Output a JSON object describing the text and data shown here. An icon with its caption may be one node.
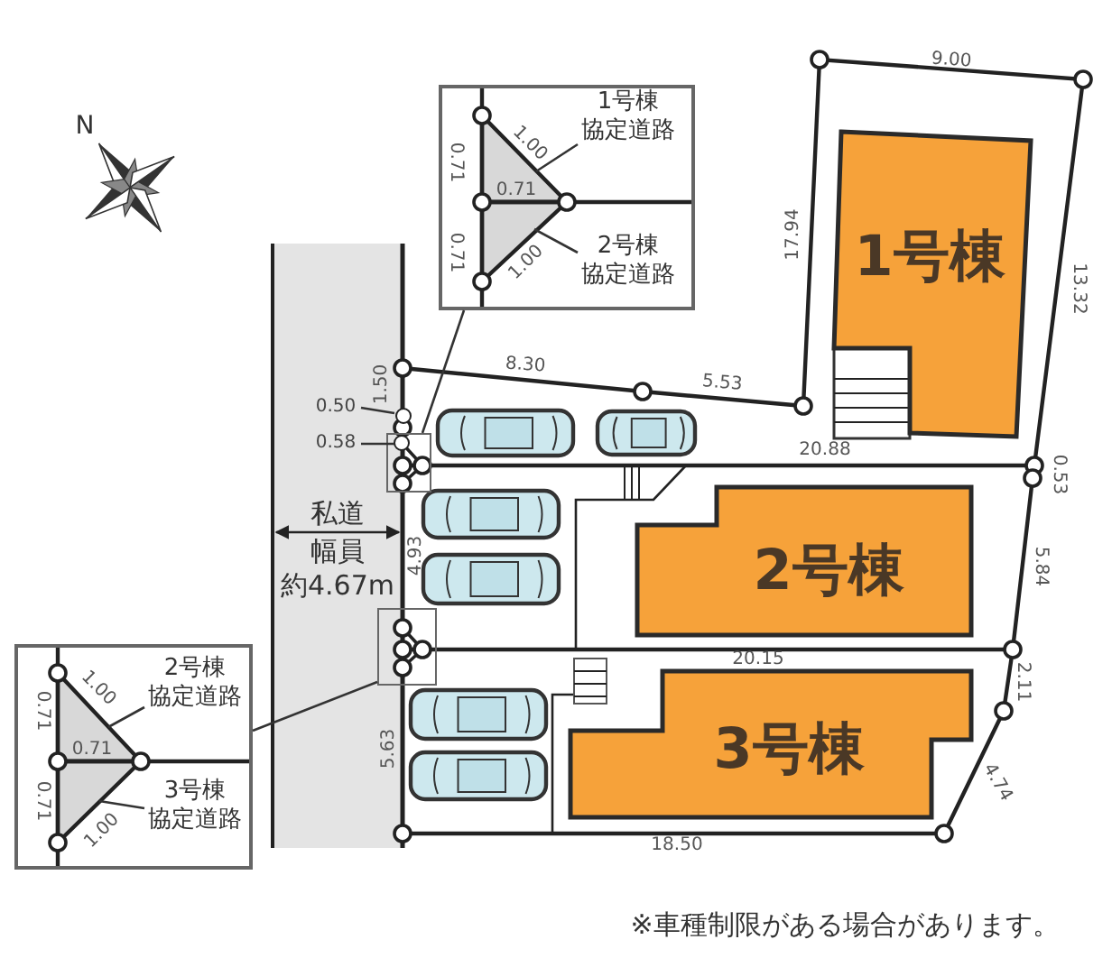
{
  "diagram": {
    "nodes": [
      {
        "text": [
          "1号棟"
        ]
      },
      {
        "text": [
          "2号棟"
        ]
      },
      {
        "text": [
          "3号棟"
        ]
      },
      {
        "text": [],
        "shape": "box"
      },
      {
        "text": [
          "1号棟協定道路"
        ],
        "in": 3
      },
      {
        "text": [],
        "shape": "triangle",
        "in": 3
      },
      {
        "text": [
          "2号棟協定道路"
        ],
        "in": 3
      },
      {
        "text": [],
        "shape": "triangle",
        "in": 3
      },
      {
        "text": [],
        "shape": "box"
      },
      {
        "text": [],
        "shape": "box"
      },
      {
        "text": [
          "2号棟協定道路"
        ],
        "in": 9
      },
      {
        "text": [],
        "shape": "triangle",
        "in": 9
      },
      {
        "text": [
          "3号棟協定道路"
        ],
        "in": 9
      },
      {
        "text": [],
        "shape": "triangle",
        "in": 9
      },
      {
        "text": [],
        "shape": "box"
      },
      {
        "text": [
          "0.50"
        ]
      },
      {
        "text": [
          "0.58"
        ]
      },
      {
        "text": [],
        "shape": "circle"
      },
      {
        "text": [],
        "shape": "circle",
        "in": 8
      }
    ],
    "edges": [
      {
        "from": 3,
        "to": 8,
        "arrow": "none"
      },
      {
        "from": 4,
        "to": 5,
        "arrow": "none"
      },
      {
        "from": 6,
        "to": 7,
        "arrow": "none"
      },
      {
        "from": 9,
        "to": 14,
        "arrow": "none"
      },
      {
        "from": 10,
        "to": 11,
        "arrow": "none"
      },
      {
        "from": 12,
        "to": 13,
        "arrow": "none"
      },
      {
        "from": 15,
        "to": 17,
        "arrow": "none"
      },
      {
        "from": 16,
        "to": 18,
        "arrow": "none"
      }
    ],
    "labels": [
      "N",
      "9.00",
      "17.94",
      "13.32",
      "8.30",
      "5.53",
      "1.50",
      "20.88",
      "0.53",
      "4.93",
      "5.84",
      "20.15",
      "2.11",
      "4.74",
      "5.63",
      "18.50",
      "私道",
      "幅員",
      "約4.67m",
      "0.71",
      "1.00",
      "0.71",
      "0.71",
      "1.00",
      "1.00",
      "0.71",
      "0.71",
      "0.71",
      "1.00",
      "※車種制限がある場合があります。"
    ]
  }
}
